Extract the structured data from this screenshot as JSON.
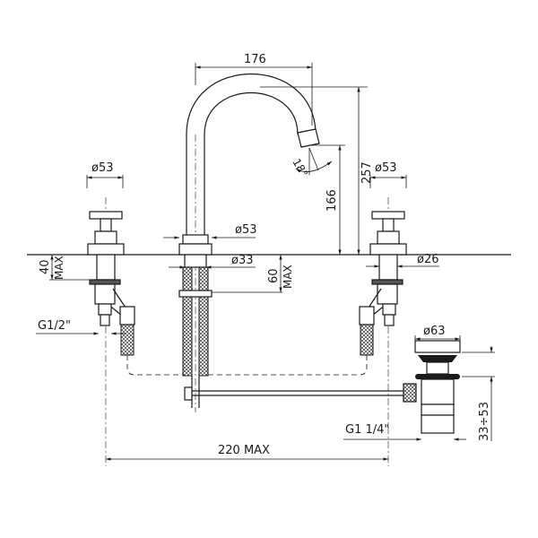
{
  "dimensions": {
    "spout_reach": "176",
    "total_height": "257",
    "spout_height": "166",
    "spout_angle": "18°",
    "left_handle_dia": "ø53",
    "right_handle_dia": "ø53",
    "spout_base_dia": "ø53",
    "spout_shank_dia": "ø33",
    "valve_shank_dia": "ø26",
    "valve_deck_thickness": "40",
    "valve_deck_max": "MAX",
    "spout_deck_thickness": "60",
    "spout_deck_max": "MAX",
    "inlet_thread": "G1/2\"",
    "waste_dia": "ø63",
    "waste_thread": "G1 1/4\"",
    "waste_range": "33÷53",
    "overall_spread": "220 MAX"
  }
}
